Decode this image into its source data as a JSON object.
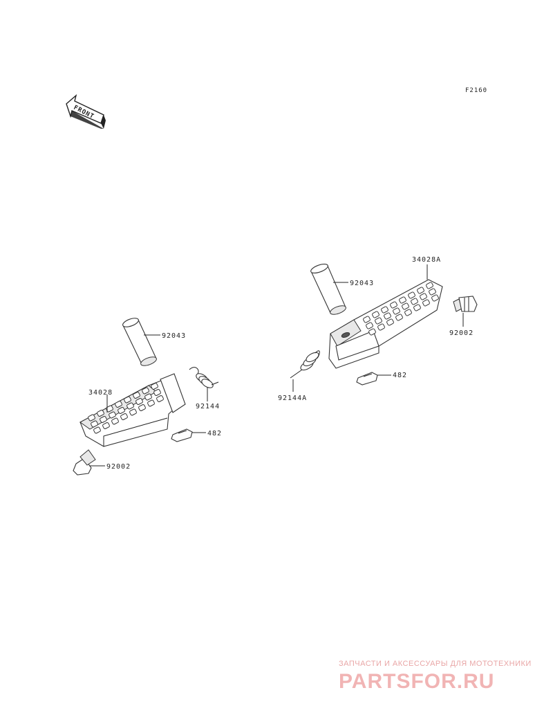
{
  "figure_code": "F2160",
  "front_arrow_label": "FRONT",
  "left_assembly": {
    "footpeg_label": "34028",
    "pin_label": "92043",
    "spring_label": "92144",
    "clip_label": "482",
    "stopper_label": "92002"
  },
  "right_assembly": {
    "footpeg_label": "34028A",
    "pin_label": "92043",
    "spring_label": "92144A",
    "clip_label": "482",
    "stopper_label": "92002"
  },
  "watermark": {
    "tagline": "ЗАПЧАСТИ И АКСЕССУАРЫ ДЛЯ МОТОТЕХНИКИ",
    "brand": "PARTSFOR.RU"
  }
}
